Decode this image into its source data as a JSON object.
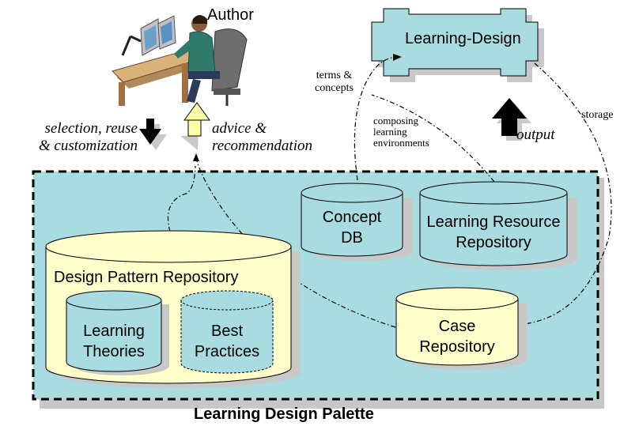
{
  "diagram": {
    "author_label": "Author",
    "learning_design_label": "Learning-Design",
    "terms_label": "terms &\nconcepts",
    "composing_label": "composing\nlearning\nenvironments",
    "storage_label": "storage",
    "selection_label": "selection, reuse\n& customization",
    "advice_label": "advice &\nrecommendation",
    "output_label": "output",
    "concept_db_label": "Concept\nDB",
    "learning_resource_label": "Learning Resource\nRepository",
    "design_pattern_label": "Design Pattern Repository",
    "learning_theories_label": "Learning\nTheories",
    "best_practices_label": "Best\nPractices",
    "case_repository_label": "Case\nRepository",
    "palette_label": "Learning Design Palette"
  },
  "colors": {
    "light_blue": "#a8dce0",
    "light_yellow": "#ffffcc",
    "shadow": "#c8c8c8",
    "arrow_black": "#000000",
    "arrow_yellow": "#ffffaa"
  }
}
